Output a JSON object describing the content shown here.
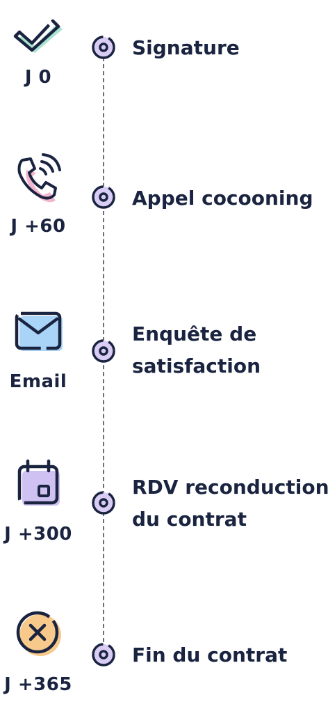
{
  "steps": [
    {
      "day": "J 0",
      "icon": "checkmark-icon",
      "label_lines": [
        "Signature"
      ]
    },
    {
      "day": "J +60",
      "icon": "phone-call-icon",
      "label_lines": [
        "Appel cocooning"
      ]
    },
    {
      "day": "Email",
      "icon": "envelope-icon",
      "label_lines": [
        "Enquête de",
        "satisfaction"
      ]
    },
    {
      "day": "J +300",
      "icon": "calendar-icon",
      "label_lines": [
        "RDV reconduction",
        "du contrat"
      ]
    },
    {
      "day": "J +365",
      "icon": "cross-circle-icon",
      "label_lines": [
        "Fin du contrat"
      ]
    }
  ],
  "colors": {
    "ink": "#1a2440",
    "check_accent": "#a9e3d0",
    "phone_accent": "#f4b6cf",
    "mail_accent": "#a9d4f7",
    "calendar_accent": "#cfc2f3",
    "cross_accent": "#f7c98b",
    "node_fill": "#d9cdf5",
    "line": "#6b6f78"
  }
}
